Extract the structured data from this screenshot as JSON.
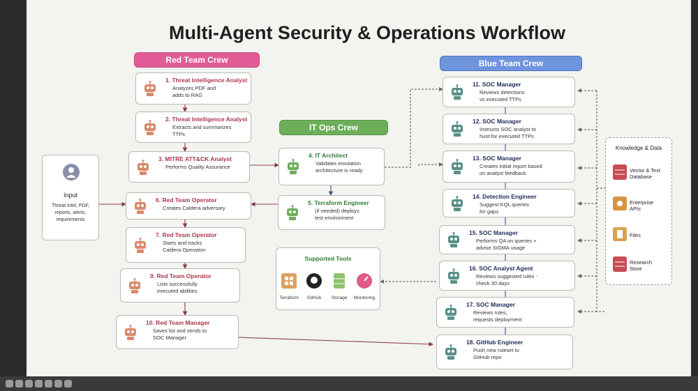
{
  "title": "Multi-Agent Security & Operations Workflow",
  "headers": {
    "red": "Red Team Crew",
    "it": "IT Ops Crew",
    "blue": "Blue Team Crew"
  },
  "input": {
    "label": "Input",
    "desc": "Threat intel, PDF,\nreports, alerts,\nrequirements"
  },
  "red": [
    {
      "title": "1. Threat Intelligence Analyst",
      "desc": "Analyzes PDF and\nadds to RAG"
    },
    {
      "title": "2. Threat Intelligence Analyst",
      "desc": "Extracts and summarizes\nTTPs"
    },
    {
      "title": "3. MITRE ATT&CK Analyst",
      "desc": "Performs Quality Assurance"
    },
    {
      "title": "6. Red Team Operator",
      "desc": "Creates Caldera adversary"
    },
    {
      "title": "7. Red Team Operator",
      "desc": "Starts and tracks\nCaldera Operation"
    },
    {
      "title": "9. Red Team Operator",
      "desc": "Lists successfully\nexecuted abilities"
    },
    {
      "title": "10. Red Team Manager",
      "desc": "Saves list and sends to\nSOC Manager"
    }
  ],
  "it": [
    {
      "title": "4. IT Architect",
      "desc": "Validates emulation\narchitecture is ready"
    },
    {
      "title": "5. Terraform Engineer",
      "desc": "(if needed) deploys\ntest environment"
    }
  ],
  "tools": {
    "heading": "Supported Tools",
    "items": [
      "Terraform",
      "GitHub",
      "Storage",
      "Monitoring"
    ]
  },
  "blue": [
    {
      "title": "11. SOC Manager",
      "desc": "Reviews detections\nvs executed TTPs"
    },
    {
      "title": "12. SOC Manager",
      "desc": "Instructs SOC analyst to\nhunt for executed TTPs"
    },
    {
      "title": "13. SOC Manager",
      "desc": "Creates initial report based\non analyst feedback"
    },
    {
      "title": "14. Detection Engineer",
      "desc": "Suggest KQL queries\nfor gaps"
    },
    {
      "title": "15. SOC Manager",
      "desc": "Performs QA on queries +\nadvise SIGMA usage"
    },
    {
      "title": "16. SOC Analyst Agent",
      "desc": "Reviews suggested rules -\ncheck 30 days"
    },
    {
      "title": "17. SOC Manager",
      "desc": "Reviews rules,\nrequests deployment"
    },
    {
      "title": "18. GitHub Engineer",
      "desc": "Push new ruleset to\nGitHub repo"
    }
  ],
  "knowledge": {
    "heading": "Knowledge & Data",
    "items": [
      "Vector & Text\nDatabase",
      "Enterprise\nAPIs",
      "Files",
      "Research\nStore"
    ]
  },
  "colors": {
    "red": "#e15b96",
    "green": "#6cae59",
    "blue": "#6f94de",
    "arrow_red": "#8b3a4c",
    "arrow_blue": "#3b5a8c"
  }
}
